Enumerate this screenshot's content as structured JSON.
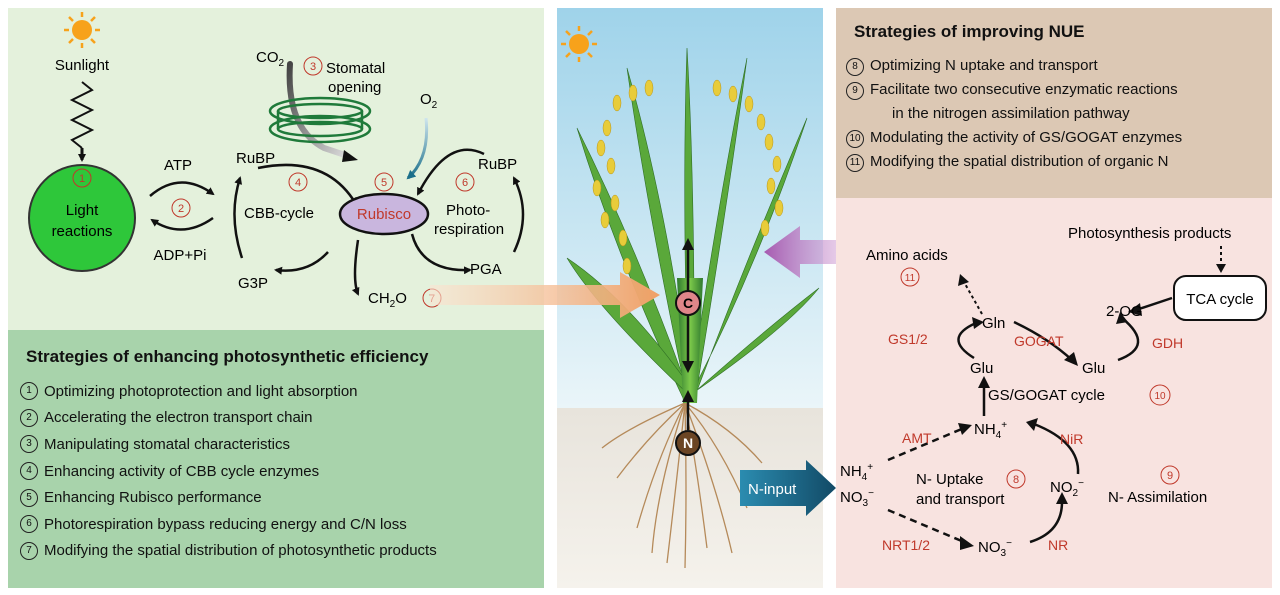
{
  "photosynthesis": {
    "sunlight": "Sunlight",
    "light_reactions_l1": "Light",
    "light_reactions_l2": "reactions",
    "atp": "ATP",
    "adp": "ADP+Pi",
    "co2": "CO",
    "co2_sub": "2",
    "stomatal_l1": "Stomatal",
    "stomatal_l2": "opening",
    "o2": "O",
    "o2_sub": "2",
    "rubp_left": "RuBP",
    "rubp_right": "RuBP",
    "cbb": "CBB-cycle",
    "rubisco": "Rubisco",
    "photoresp_l1": "Photo-",
    "photoresp_l2": "respiration",
    "g3p": "G3P",
    "pga": "PGA",
    "ch2o": "CH",
    "ch2o_sub": "2",
    "ch2o_o": "O",
    "n1": "1",
    "n2": "2",
    "n3": "3",
    "n4": "4",
    "n5": "5",
    "n6": "6",
    "n7": "7"
  },
  "strategies_ps": {
    "title": "Strategies of enhancing photosynthetic efficiency",
    "items": [
      {
        "num": "1",
        "text": "Optimizing photoprotection and light absorption"
      },
      {
        "num": "2",
        "text": "Accelerating the electron transport chain"
      },
      {
        "num": "3",
        "text": "Manipulating stomatal characteristics"
      },
      {
        "num": "4",
        "text": "Enhancing activity of CBB cycle enzymes"
      },
      {
        "num": "5",
        "text": "Enhancing Rubisco performance"
      },
      {
        "num": "6",
        "text": "Photorespiration bypass reducing energy and C/N loss"
      },
      {
        "num": "7",
        "text": "Modifying the spatial distribution of photosynthetic products"
      }
    ]
  },
  "plant": {
    "c_label": "C",
    "n_label": "N"
  },
  "strategies_nue": {
    "title": "Strategies of improving NUE",
    "items": [
      {
        "num": "8",
        "text": "Optimizing N uptake and transport"
      },
      {
        "num": "9",
        "text": "Facilitate two consecutive enzymatic reactions",
        "text2": "in the nitrogen assimilation pathway"
      },
      {
        "num": "10",
        "text": "Modulating the activity of GS/GOGAT enzymes"
      },
      {
        "num": "11",
        "text": "Modifying the spatial distribution of organic N"
      }
    ]
  },
  "nitrogen": {
    "photo_products": "Photosynthesis products",
    "amino_acids": "Amino acids",
    "tca": "TCA cycle",
    "og": "2-OG",
    "gln": "Gln",
    "glu_left": "Glu",
    "glu_right": "Glu",
    "gs12": "GS1/2",
    "gogat": "GOGAT",
    "gdh": "GDH",
    "gs_cycle": "GS/GOGAT cycle",
    "nh4": "NH",
    "nh4_sub": "4",
    "nh4_sup": "+",
    "amt": "AMT",
    "nir": "NiR",
    "nr": "NR",
    "nrt": "NRT1/2",
    "no2": "NO",
    "no2_sub": "2",
    "no2_sup": "−",
    "no3": "NO",
    "no3_sub": "3",
    "no3_sup": "−",
    "uptake_l1": "N- Uptake",
    "uptake_l2": "and transport",
    "assimilation": "N- Assimilation",
    "n_input": "N-input",
    "n8": "8",
    "n9": "9",
    "n10": "10",
    "n11": "11"
  },
  "colors": {
    "accent_red": "#c0392b",
    "light_green": "#2ec73a",
    "rubisco_fill": "#c9b6de",
    "photo_bg": "#e4f1dc",
    "strategy_bg": "#a8d3ab",
    "nue_bg": "#dcc8b4",
    "nmeta_bg": "#f8e3e0"
  }
}
